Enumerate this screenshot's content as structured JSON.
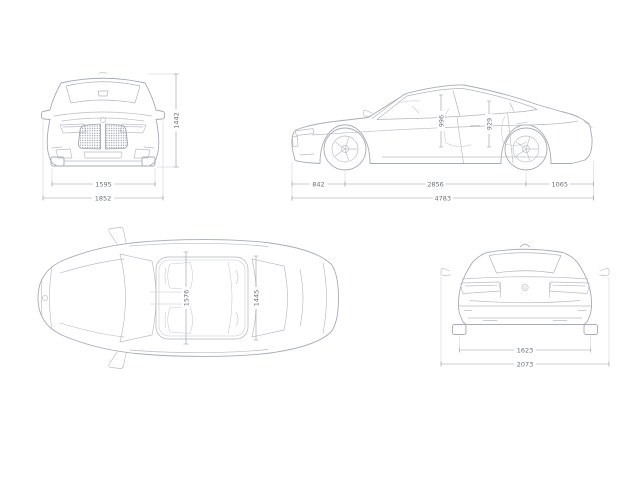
{
  "palette": {
    "background": "#ffffff",
    "body_line": "#a6acb8",
    "detail_line": "#b8bdc6",
    "dimension_line": "#969ca7",
    "dimension_text": "#6a717c",
    "grille_mesh": "#878e99"
  },
  "views": {
    "front": {
      "label": "front-view",
      "dims": {
        "track_width": "1595",
        "overall_width": "1852",
        "overall_height": "1442"
      }
    },
    "side": {
      "label": "side-view",
      "dims": {
        "front_overhang": "842",
        "wheelbase": "2856",
        "rear_overhang": "1065",
        "overall_length": "4783",
        "headroom_front": "996",
        "headroom_rear": "929"
      }
    },
    "top": {
      "label": "top-view",
      "dims": {
        "interior_width_front": "1576",
        "interior_width_rear": "1445"
      }
    },
    "rear": {
      "label": "rear-view",
      "dims": {
        "rear_track": "1623",
        "width_incl_mirrors": "2073"
      }
    }
  }
}
